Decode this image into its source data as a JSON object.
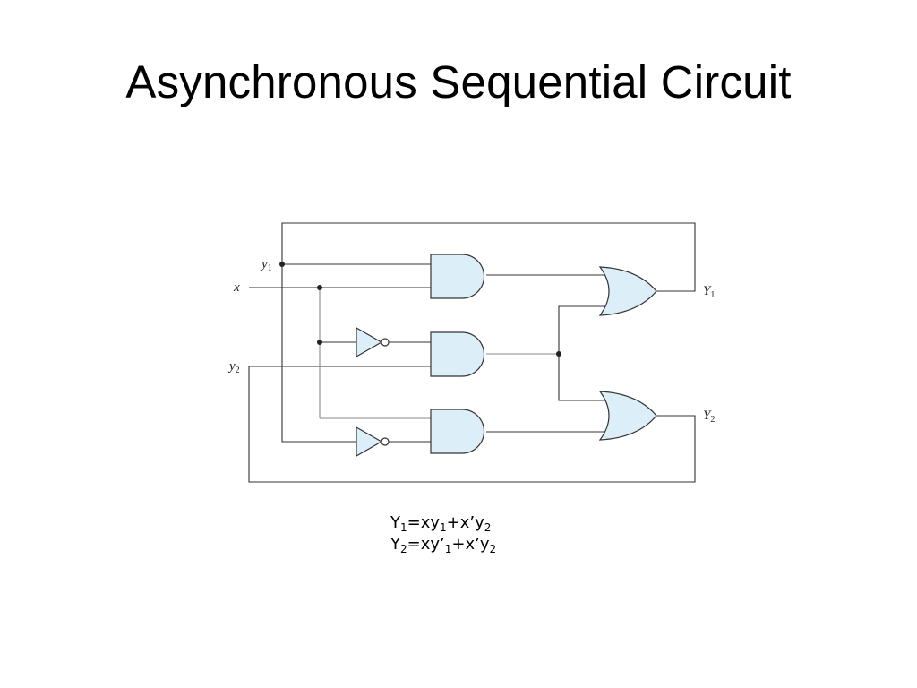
{
  "title": "Asynchronous Sequential Circuit",
  "signals": {
    "input_x": "x",
    "state_y1": {
      "letter": "y",
      "sub": "1"
    },
    "state_y2": {
      "letter": "y",
      "sub": "2"
    },
    "out_Y1": {
      "letter": "Y",
      "sub": "1"
    },
    "out_Y2": {
      "letter": "Y",
      "sub": "2"
    }
  },
  "equations": {
    "eq1": {
      "lhs": "Y",
      "lhs_sub": "1",
      "p1": "=xy",
      "p1_sub": "1",
      "p2": "+x’y",
      "p2_sub": "2"
    },
    "eq2": {
      "lhs": "Y",
      "lhs_sub": "2",
      "p1": "=xy’",
      "p1_sub": "1",
      "p2": "+x’y",
      "p2_sub": "2"
    }
  },
  "colors": {
    "gate_fill": "#dceef8",
    "wire": "#333333"
  }
}
